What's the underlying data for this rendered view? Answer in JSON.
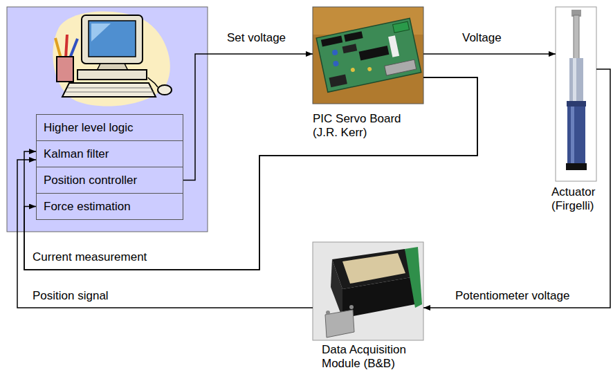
{
  "diagram": {
    "nodes": [
      {
        "text": [
          "Higher level logic"
        ]
      },
      {
        "text": [
          "Kalman filter"
        ]
      },
      {
        "text": [
          "Position controller"
        ]
      },
      {
        "text": [
          "Force estimation"
        ]
      },
      {
        "text": [
          "PIC Servo Board (J.R. Kerr)"
        ]
      },
      {
        "text": [
          "Actuator (Firgelli)"
        ]
      },
      {
        "text": [
          "Data Acquisition Module (B&B)"
        ]
      }
    ],
    "edges": [
      {
        "from": 2,
        "to": 4,
        "label": "Set voltage",
        "arrow": "to"
      },
      {
        "from": 4,
        "to": 5,
        "label": "Voltage",
        "arrow": "to"
      },
      {
        "from": 4,
        "to": 1,
        "label": "Current measurement",
        "arrow": "to"
      },
      {
        "from": 4,
        "to": 3,
        "arrow": "to"
      },
      {
        "from": 5,
        "to": 6,
        "label": "Potentiometer voltage",
        "arrow": "to"
      },
      {
        "from": 6,
        "to": 1,
        "label": "Position signal",
        "arrow": "to"
      }
    ]
  }
}
